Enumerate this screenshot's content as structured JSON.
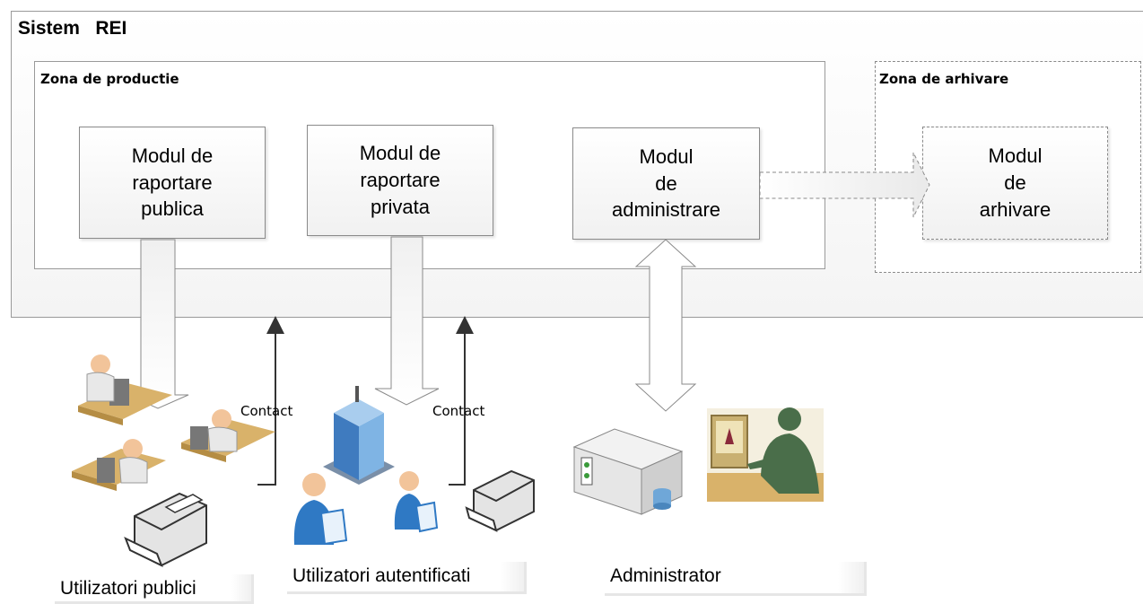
{
  "system_title": "Sistem   REI",
  "zones": {
    "production": {
      "title": "Zona de productie"
    },
    "archive": {
      "title": "Zona de arhivare"
    }
  },
  "modules": {
    "public_reporting": "Modul de\nraportare\npublica",
    "private_reporting": "Modul de\nraportare\nprivata",
    "administration": "Modul\nde\nadministrare",
    "archiving": "Modul\nde\narhivare"
  },
  "contact_labels": [
    "Contact",
    "Contact"
  ],
  "captions": {
    "public_users": "Utilizatori publici",
    "auth_users": "Utilizatori autentificati",
    "admin": "Administrator"
  },
  "icons": {
    "public_users": [
      "user-at-computer-icon",
      "user-at-computer-icon",
      "user-at-computer-icon",
      "printer-icon"
    ],
    "auth_users": [
      "office-building-icon",
      "user-with-tag-icon",
      "user-with-tag-icon",
      "printer-icon"
    ],
    "admin": [
      "server-icon",
      "admin-at-computer-icon"
    ]
  },
  "colors": {
    "box_border": "#8a8a8a",
    "arrow_fill": "#f2f2f2",
    "person_blue": "#2f79c4",
    "admin_green": "#4a6e4a",
    "desk": "#d9b26a"
  }
}
